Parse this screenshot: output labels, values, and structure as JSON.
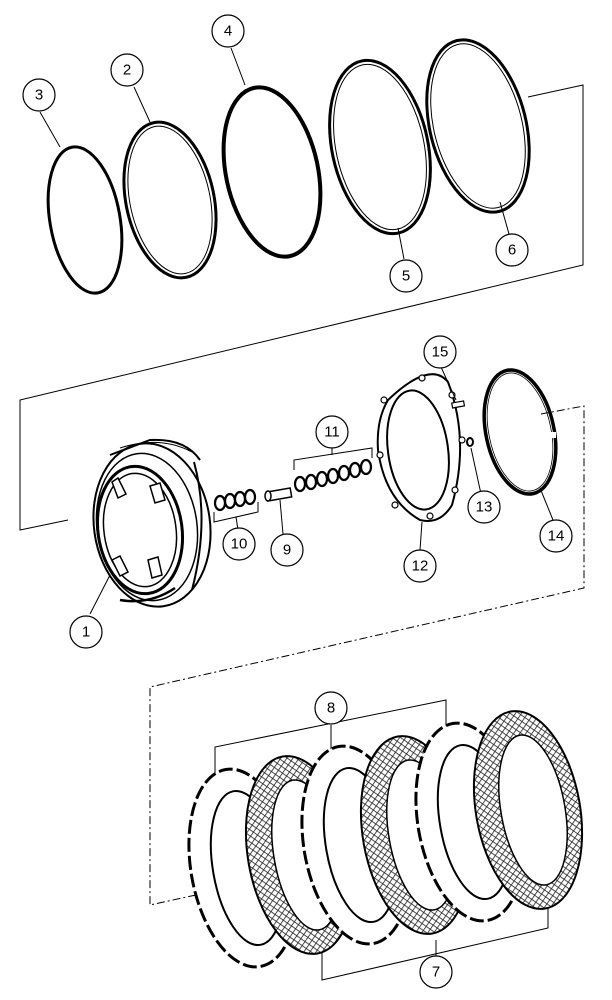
{
  "callouts": {
    "c1": "1",
    "c2": "2",
    "c3": "3",
    "c4": "4",
    "c5": "5",
    "c6": "6",
    "c7": "7",
    "c8": "8",
    "c9": "9",
    "c10": "10",
    "c11": "11",
    "c12": "12",
    "c13": "13",
    "c14": "14",
    "c15": "15"
  },
  "colors": {
    "line": "#000000",
    "background": "#ffffff",
    "friction_fill": "#3a3a3a"
  }
}
